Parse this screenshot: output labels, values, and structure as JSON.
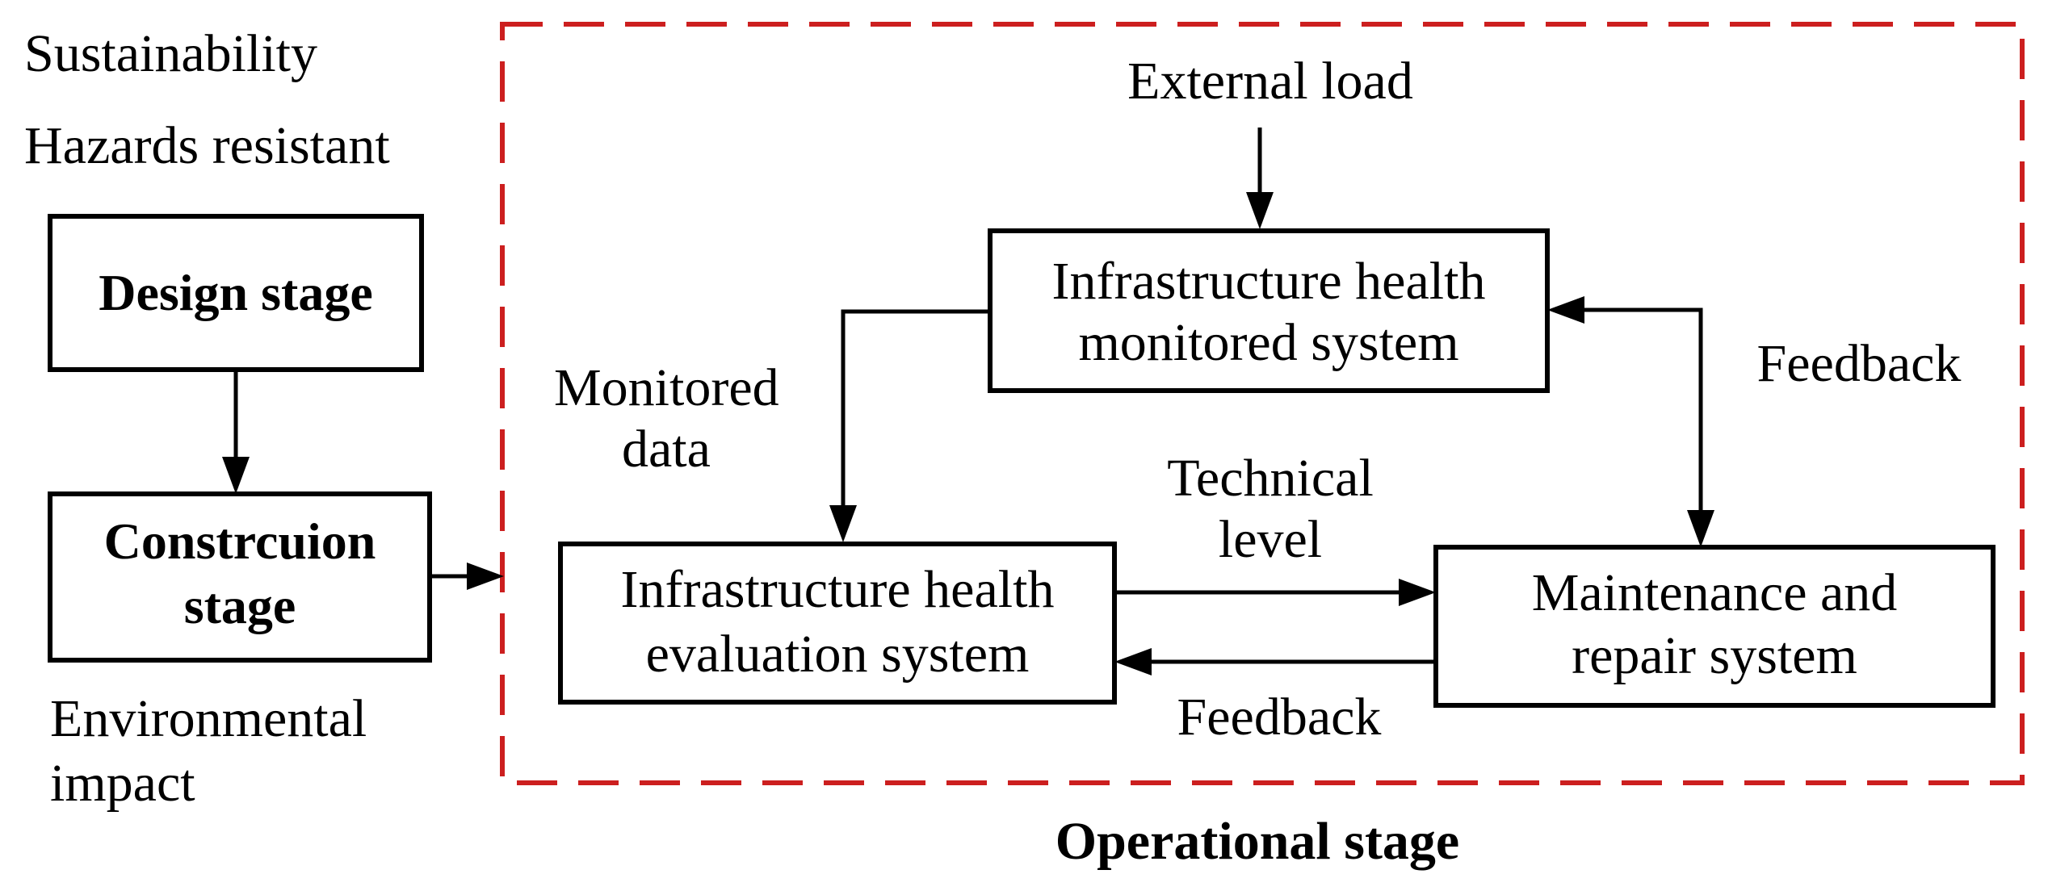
{
  "left_labels": {
    "sustainability": "Sustainability",
    "hazards": "Hazards resistant",
    "environmental_line1": "Environmental",
    "environmental_line2": "impact"
  },
  "boxes": {
    "design": {
      "line1": "Design stage"
    },
    "construction": {
      "line1": "Constrcuion",
      "line2": "stage"
    },
    "monitored": {
      "line1": "Infrastructure health",
      "line2": "monitored system"
    },
    "evaluation": {
      "line1": "Infrastructure health",
      "line2": "evaluation system"
    },
    "maintenance": {
      "line1": "Maintenance and",
      "line2": "repair system"
    }
  },
  "edge_labels": {
    "external_load": "External load",
    "monitored_data_line1": "Monitored",
    "monitored_data_line2": "data",
    "feedback_right": "Feedback",
    "technical_line1": "Technical",
    "technical_line2": "level",
    "feedback_bottom": "Feedback"
  },
  "region": {
    "title": "Operational stage",
    "border_color": "#cc1f1f"
  }
}
